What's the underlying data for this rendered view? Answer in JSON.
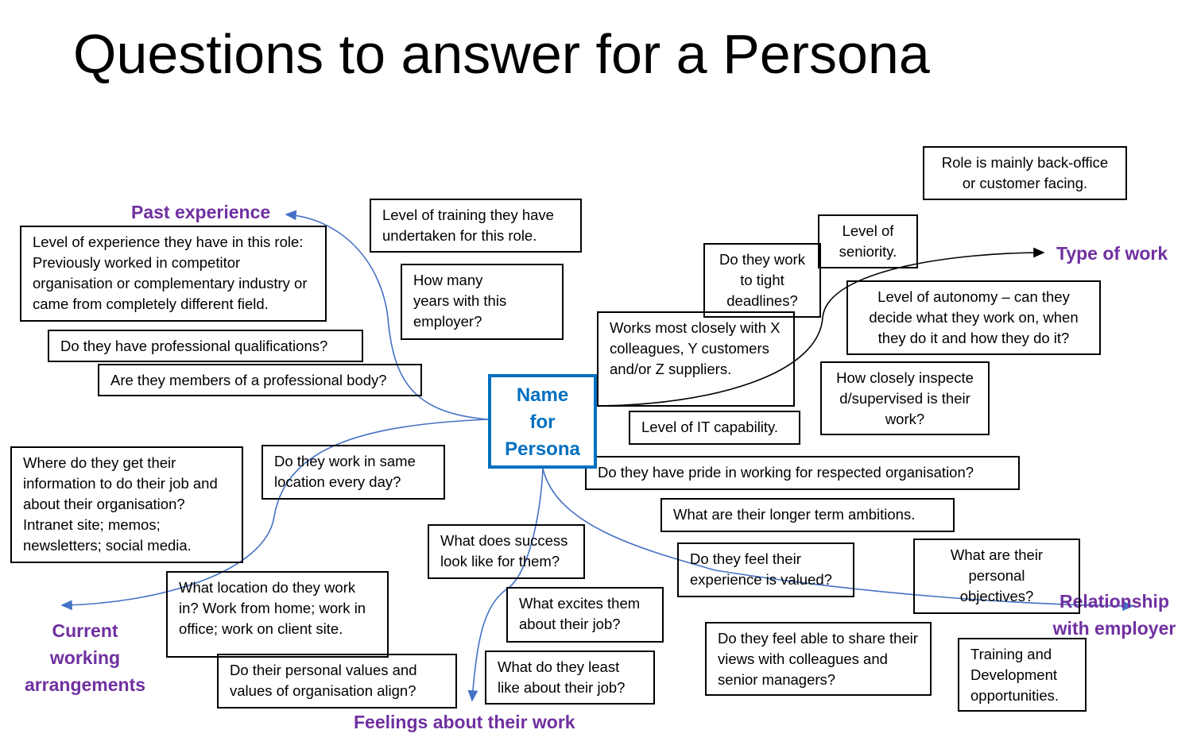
{
  "title": "Questions to answer for a Persona",
  "center": {
    "label_lines": [
      "Name",
      "for",
      "Persona"
    ]
  },
  "categories": {
    "past_experience": "Past experience",
    "type_of_work": "Type of work",
    "relationship_lines": [
      "Relationship",
      "with employer"
    ],
    "current_working_lines": [
      "Current",
      "working",
      "arrangements"
    ],
    "feelings": "Feelings about their work"
  },
  "questions": {
    "training": "Level of training they have undertaken for this role.",
    "role": "Role is mainly back-office or customer facing.",
    "experience": "Level of experience they have in this role: Previously worked in competitor organisation or complementary industry or came from completely different field.",
    "years": "How many years with this employer?",
    "seniority": "Level of seniority.",
    "deadlines": "Do they work to tight deadlines?",
    "autonomy": "Level of autonomy – can they decide what they work on, when they do it and how they do it?",
    "colleagues": "Works most closely with X colleagues, Y customers and/or Z suppliers.",
    "qualifications": "Do they have professional qualifications?",
    "members": "Are they members of a professional body?",
    "inspected": "How closely inspected/supervised is their work?",
    "it": "Level of IT capability.",
    "information": "Where do they get their information to do their job and about their organisation? Intranet site; memos; newsletters; social media.",
    "same_location": "Do they work in same location every day?",
    "pride": "Do they have pride in working for respected organisation?",
    "ambitions": "What are their longer term ambitions.",
    "success": "What does success look like for them?",
    "valued": "Do they feel their experience is valued?",
    "objectives": "What are their personal objectives?",
    "location": "What location do they work in? Work from home; work in office; work on client site.",
    "excites": "What excites them about their job?",
    "share": "Do they feel able to share their views with colleagues and senior managers?",
    "training_dev": "Training and Development opportunities.",
    "least_like": "What do they least like about their job?",
    "values": "Do their personal values and values of organisation align?"
  },
  "colors": {
    "accent": "#0070c0",
    "category": "#7030a0",
    "connector": "#4472c4"
  }
}
